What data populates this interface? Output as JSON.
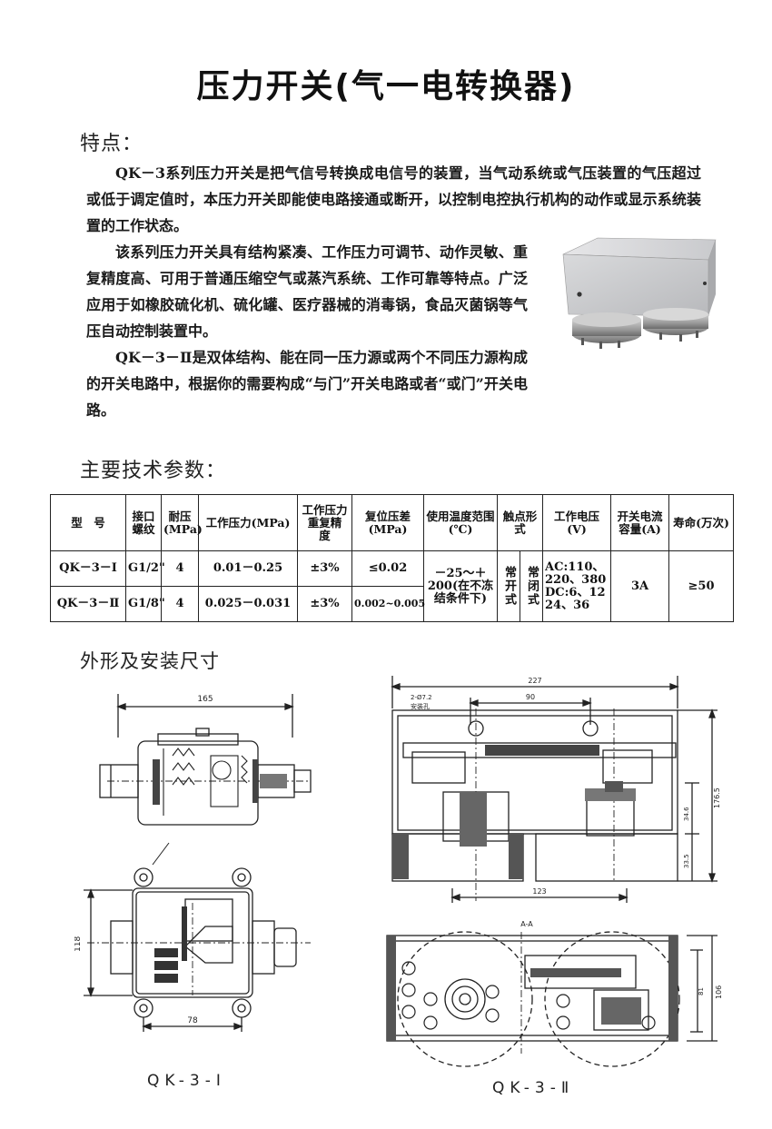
{
  "title": "压力开关(气一电转换器)",
  "features": {
    "heading": "特点：",
    "p1": "QK－3系列压力开关是把气信号转换成电信号的装置，当气动系统或气压装置的气压超过或低于调定值时，本压力开关即能使电路接通或断开，以控制电控执行机构的动作或显示系统装置的工作状态。",
    "p2": "该系列压力开关具有结构紧凑、工作压力可调节、动作灵敏、重复精度高、可用于普通压缩空气或蒸汽系统、工作可靠等特点。广泛应用于如橡胶硫化机、硫化罐、医疗器械的消毒锅，食品灭菌锅等气压自动控制装置中。",
    "p3": "QK－3－Ⅱ是双体结构、能在同一压力源或两个不同压力源构成的开关电路中，根据你的需要构成“与门”开关电路或者“或门”开关电路。"
  },
  "specs": {
    "heading": "主要技术参数：",
    "headers": {
      "model": "型　号",
      "thread": "接口螺纹",
      "proof": "耐压(MPa)",
      "working": "工作压力(MPa)",
      "repeat": "工作压力重复精　度",
      "reset": "复位压差(MPa)",
      "temp": "使用温度范围(℃)",
      "contact": "触点形式",
      "voltage": "工作电压(V)",
      "current": "开关电流容量(A)",
      "life": "寿命(万次)"
    },
    "rows": [
      {
        "model": "QK－3－Ⅰ",
        "thread": "G1/2\"",
        "proof": "4",
        "working": "0.01－0.25",
        "repeat": "±3%",
        "reset": "≤0.02"
      },
      {
        "model": "QK－3－Ⅱ",
        "thread": "G1/8\"",
        "proof": "4",
        "working": "0.025－0.031",
        "repeat": "±3%",
        "reset": "0.002~0.005"
      }
    ],
    "shared": {
      "temp": "－25～＋200(在不冻结条件下)",
      "contact_no": "常开式",
      "contact_nc": "常闭式",
      "voltage": "AC:110、220、380 DC:6、12 24、36",
      "current": "3A",
      "life": "≥50"
    }
  },
  "outline": {
    "heading": "外形及安装尺寸",
    "caption_1": "QK-3-Ⅰ",
    "caption_2": "QK-3-Ⅱ",
    "dim_1_width": "165",
    "dim_1_height": "118",
    "dim_1_base": "78",
    "dim_2_width": "227",
    "dim_2_inner": "90",
    "dim_2_offset": "123",
    "dim_2_height": "176.5",
    "dim_2_a": "34.6",
    "dim_2_b": "33.5",
    "dim_2_depth": "106",
    "dim_2_depth_inner": "81",
    "label_hole": "2-Ø7.2",
    "label_mount": "安装孔",
    "label_section": "A-A"
  }
}
